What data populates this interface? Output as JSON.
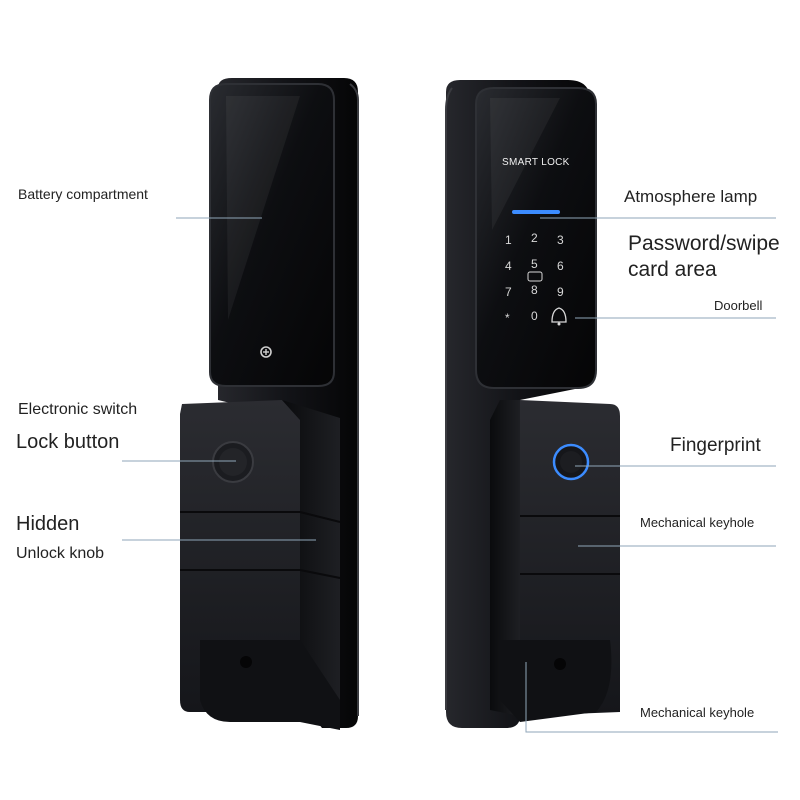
{
  "labels": {
    "battery_compartment": "Battery compartment",
    "electronic_switch": "Electronic switch",
    "lock_button": "Lock button",
    "hidden": "Hidden",
    "unlock_knob": "Unlock knob",
    "atmosphere_lamp": "Atmosphere lamp",
    "password_line1": "Password/swipe",
    "password_line2": "card area",
    "doorbell": "Doorbell",
    "fingerprint": "Fingerprint",
    "mechanical_keyhole_1": "Mechanical keyhole",
    "mechanical_keyhole_2": "Mechanical keyhole"
  },
  "device": {
    "brand_text": "SMART LOCK",
    "keypad": [
      "1",
      "2",
      "3",
      "4",
      "5",
      "6",
      "7",
      "8",
      "9",
      "*",
      "0"
    ]
  },
  "colors": {
    "body": "#121317",
    "panel": "#0a0b0e",
    "accent_blue": "#3c8cff",
    "leader_line": "#8fa6b8"
  }
}
